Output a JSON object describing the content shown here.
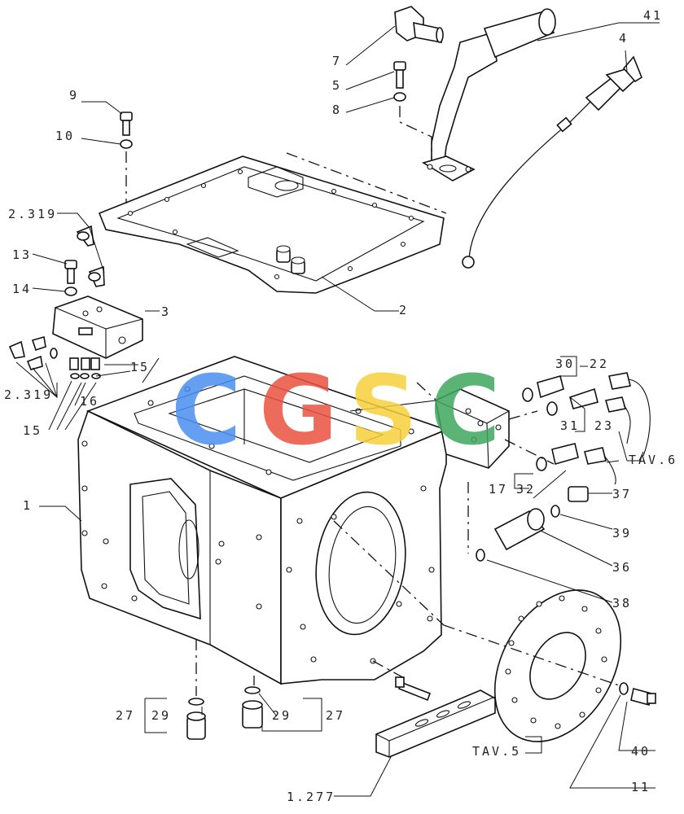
{
  "watermark": {
    "letters": [
      "C",
      "G",
      "S",
      "C"
    ],
    "colors": [
      "#4a8ff0",
      "#e9523f",
      "#f7cf3a",
      "#3fa85f"
    ]
  },
  "labels": {
    "l41": "41",
    "l4": "4",
    "l7": "7",
    "l5": "5",
    "l8": "8",
    "l9": "9",
    "l10": "10",
    "l2319a": "2.319",
    "l13": "13",
    "l14": "14",
    "l3": "3",
    "l2": "2",
    "l15a": "15",
    "l2319b": "2.319",
    "l16": "16",
    "l15b": "15",
    "l1": "1",
    "l30": "30",
    "l22": "22",
    "l31": "31",
    "l23": "23",
    "ltav6": "TAV.6",
    "l17": "17",
    "l32": "32",
    "l37": "37",
    "l39": "39",
    "l36": "36",
    "l38": "38",
    "l27a": "27",
    "l29a": "29",
    "l29b": "29",
    "l27b": "27",
    "ltav5": "TAV.5",
    "l40": "40",
    "l11": "11",
    "l1277": "1.277"
  }
}
